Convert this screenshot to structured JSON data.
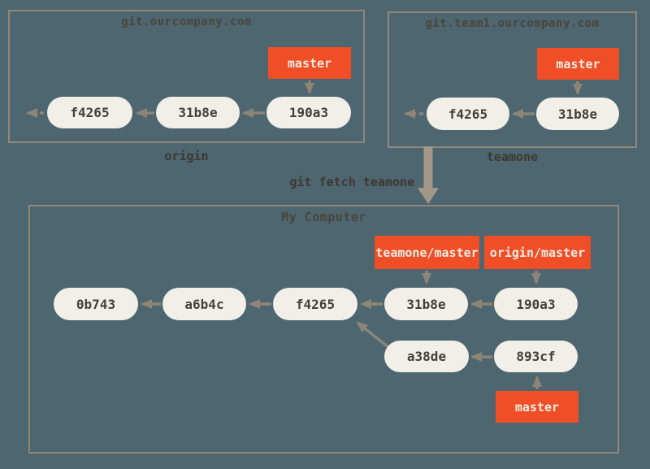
{
  "colors": {
    "background": "#4D6670",
    "box_border": "#90887A",
    "node_fill": "#F1EFE7",
    "node_text": "#443F38",
    "branch_fill": "#F04E27",
    "branch_text": "#F2EDE4",
    "title_text": "#4A443B",
    "label_text": "#3E382F",
    "arrow": "#8D8577",
    "big_arrow": "#A29786"
  },
  "remote_origin": {
    "title": "git.ourcompany.com",
    "label": "origin",
    "branch": "master",
    "commits": [
      "f4265",
      "31b8e",
      "190a3"
    ]
  },
  "remote_teamone": {
    "title": "git.team1.ourcompany.com",
    "label": "teamone",
    "branch": "master",
    "commits": [
      "f4265",
      "31b8e"
    ]
  },
  "fetch_command": "git fetch teamone",
  "local": {
    "title": "My Computer",
    "remote_refs": [
      "teamone/master",
      "origin/master"
    ],
    "branch": "master",
    "main_commits": [
      "0b743",
      "a6b4c",
      "f4265",
      "31b8e",
      "190a3"
    ],
    "side_commits": [
      "a38de",
      "893cf"
    ]
  }
}
